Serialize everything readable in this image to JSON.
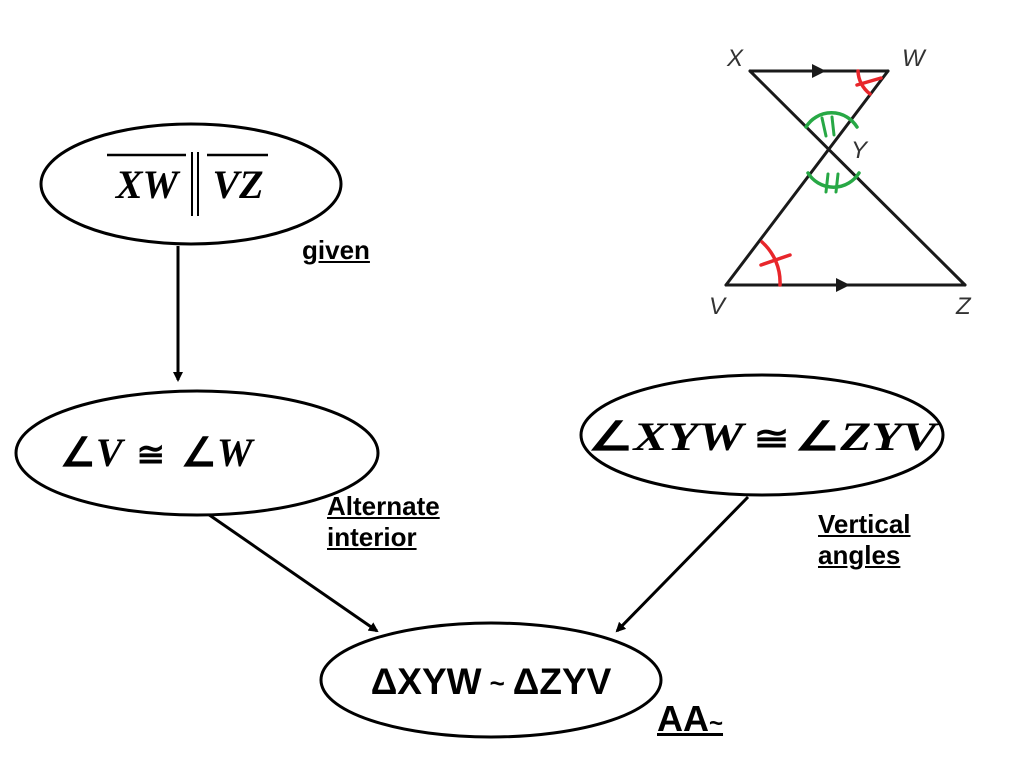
{
  "statements": {
    "parallel": {
      "left": "XW",
      "symbol": "∥",
      "right": "VZ"
    },
    "alt_angles": {
      "angle": "∠",
      "left": "V",
      "congruent": "≅",
      "right": "W"
    },
    "vertical_angles": {
      "angle": "∠",
      "left": "XYW",
      "congruent": "≅",
      "right": "ZYV"
    },
    "similar": {
      "left": "ΔXYW",
      "similar": "~",
      "right": "ΔZYV"
    }
  },
  "reasons": {
    "given": "given",
    "alternate_interior": [
      "Alternate",
      "interior"
    ],
    "vertical_angles": [
      "Vertical",
      "angles"
    ],
    "aa": {
      "text": "AA",
      "symbol": "~"
    }
  },
  "figure": {
    "vertex_labels": {
      "x": "X",
      "w": "W",
      "y": "Y",
      "v": "V",
      "z": "Z"
    },
    "colors": {
      "lines": "#1a1a1a",
      "single_arc": "#e8262b",
      "double_arc": "#27a845"
    }
  }
}
